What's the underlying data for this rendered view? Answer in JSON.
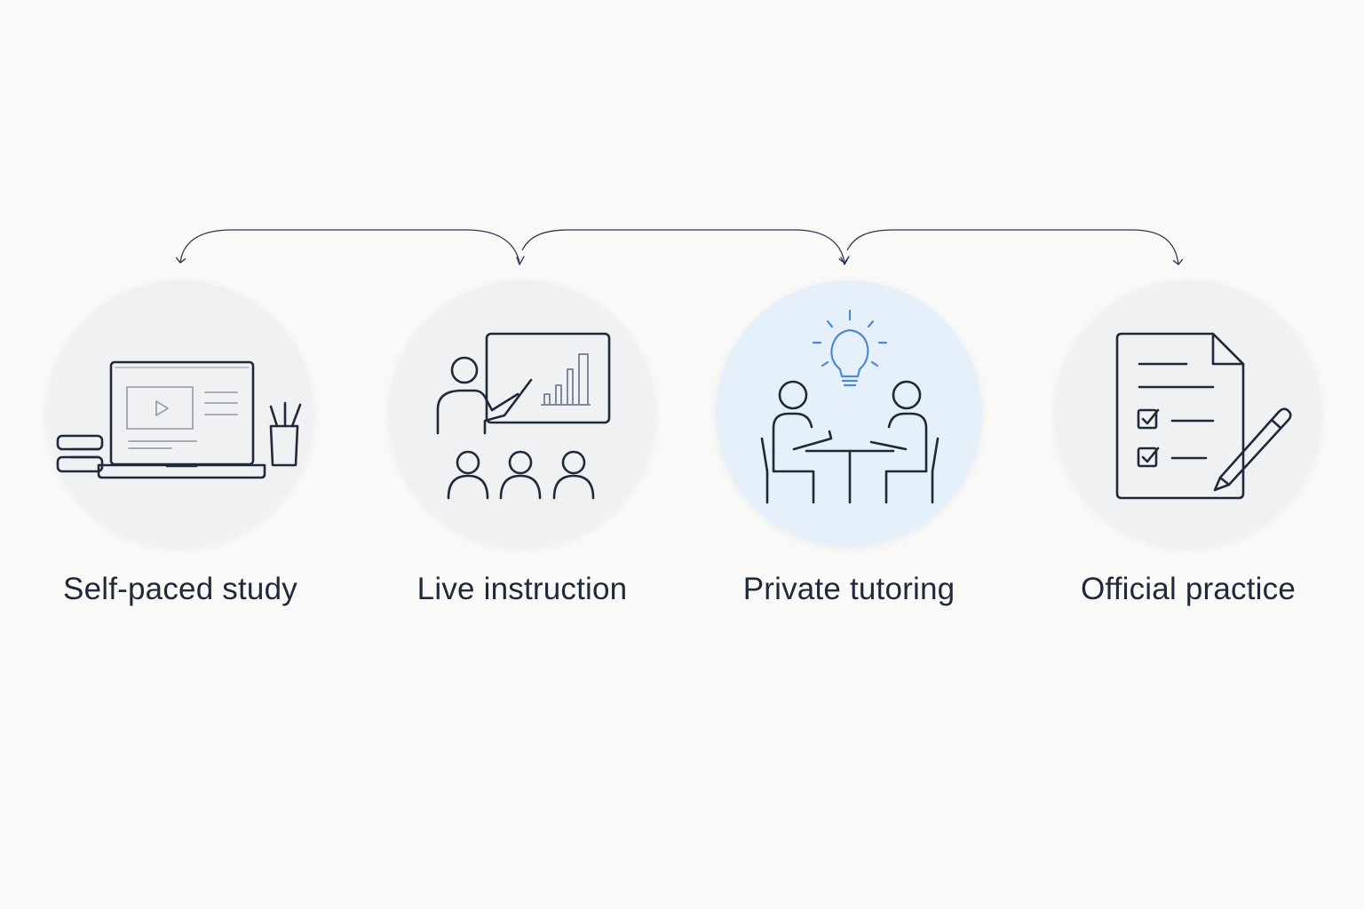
{
  "steps": [
    {
      "label": "Self-paced study",
      "icon": "laptop-study-icon",
      "highlighted": false
    },
    {
      "label": "Live instruction",
      "icon": "presentation-class-icon",
      "highlighted": false
    },
    {
      "label": "Private tutoring",
      "icon": "tutoring-lightbulb-icon",
      "highlighted": true
    },
    {
      "label": "Official practice",
      "icon": "checklist-document-icon",
      "highlighted": false
    }
  ],
  "colors": {
    "background": "#f9f9f7",
    "circle": "#f0f1f2",
    "circle_highlight": "#e6f0fb",
    "line": "#1e2a3b",
    "accent": "#4a8ad8",
    "muted": "#9aa3ae",
    "connector": "#2b3a55"
  }
}
